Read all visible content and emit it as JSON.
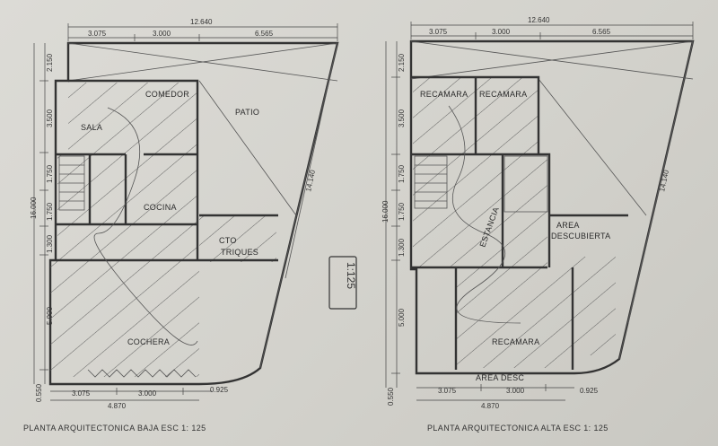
{
  "plans": {
    "left": {
      "total_width": "12.640",
      "top_dims": [
        "3.075",
        "3.000",
        "6.565"
      ],
      "side_dims": [
        "2.150",
        "3.500",
        "1.750",
        "1.750",
        "1.300",
        "5.900",
        "0.550"
      ],
      "total_height": "16.000",
      "diagonal": "14.140",
      "rooms": [
        "COMEDOR",
        "SALA",
        "PATIO",
        "COCINA",
        "CTO",
        "TRIQUES",
        "COCHERA"
      ],
      "bottom_dims": [
        "3.075",
        "3.000",
        "0.925"
      ],
      "bottom_total": "4.870",
      "caption": "PLANTA ARQUITECTONICA BAJA ESC 1: 125"
    },
    "right": {
      "total_width": "12.640",
      "top_dims": [
        "3.075",
        "3.000",
        "6.565"
      ],
      "side_dims": [
        "2.150",
        "3.500",
        "1.750",
        "1.750",
        "1.300",
        "5.000",
        "0.550"
      ],
      "total_height": "16.000",
      "diagonal": "14.140",
      "rooms": [
        "RECAMARA",
        "RECAMARA",
        "ESTANCIA",
        "AREA",
        "DESCUBIERTA",
        "RECAMARA",
        "AREA DESC"
      ],
      "bottom_dims": [
        "3.075",
        "3.000",
        "0.925"
      ],
      "bottom_total": "4.870",
      "caption": "PLANTA ARQUITECTONICA ALTA ESC 1: 125"
    }
  },
  "scale_stamp": "1:125"
}
